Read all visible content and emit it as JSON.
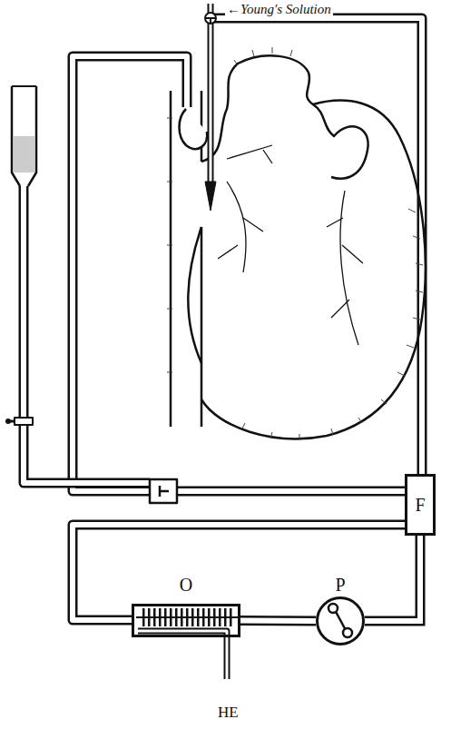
{
  "diagram": {
    "nodes": [
      {
        "text": [
          "F"
        ]
      },
      {
        "text": [
          "O"
        ]
      },
      {
        "text": [
          "P"
        ]
      }
    ],
    "edges": [
      {
        "from": 0,
        "to": 2,
        "arrow": "none"
      },
      {
        "from": 2,
        "to": 1,
        "arrow": "none"
      }
    ],
    "labels": [
      "←Young's Solution",
      "HE"
    ]
  }
}
